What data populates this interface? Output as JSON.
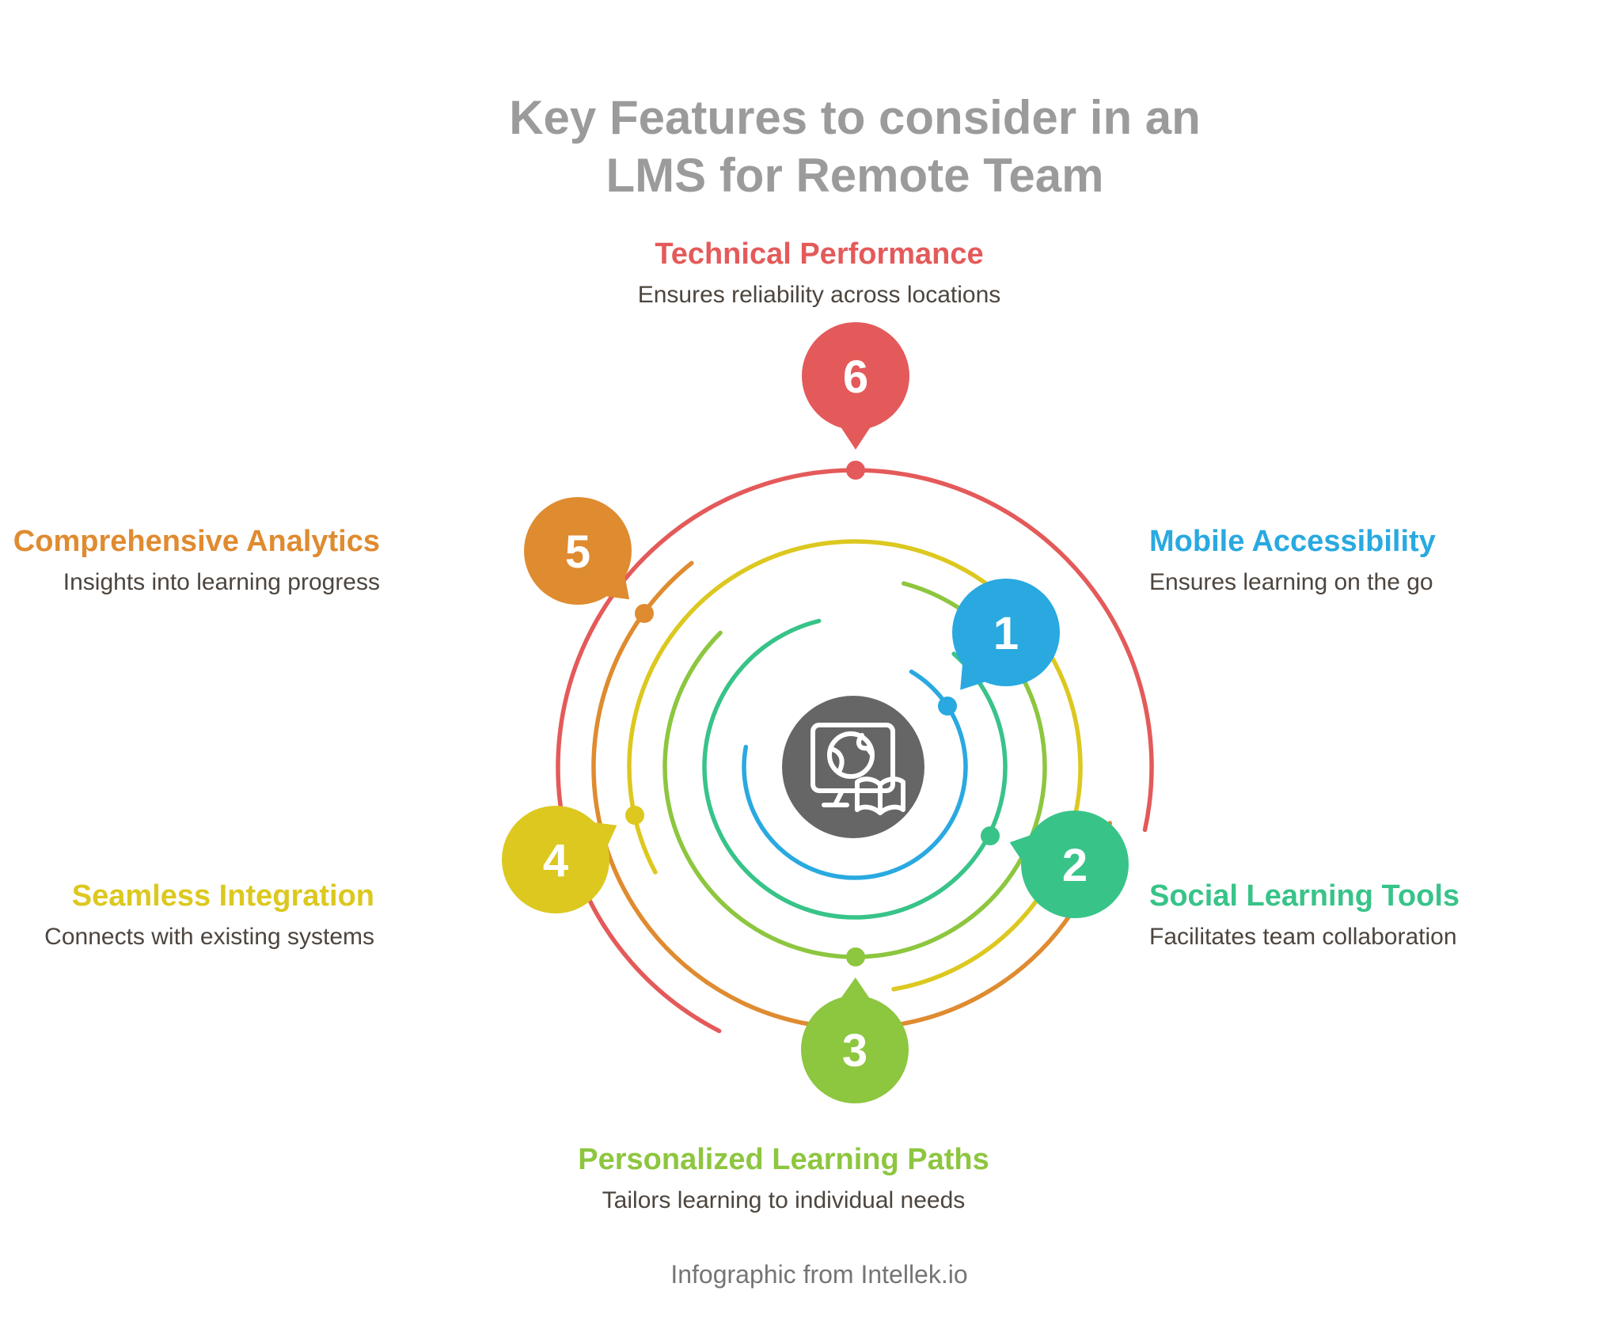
{
  "title": {
    "line1": "Key Features to consider in an",
    "line2": "LMS for Remote Team",
    "color": "#9b9b9b"
  },
  "features": [
    {
      "number": "1",
      "label": "Mobile Accessibility",
      "description": "Ensures learning on the go",
      "color": "#29a9e0"
    },
    {
      "number": "2",
      "label": "Social Learning Tools",
      "description": "Facilitates team collaboration",
      "color": "#38c389"
    },
    {
      "number": "3",
      "label": "Personalized Learning Paths",
      "description": "Tailors learning to individual needs",
      "color": "#8dc63f"
    },
    {
      "number": "4",
      "label": "Seamless Integration",
      "description": "Connects with existing systems",
      "color": "#dcc81f"
    },
    {
      "number": "5",
      "label": "Comprehensive Analytics",
      "description": "Insights into learning progress",
      "color": "#df8b30"
    },
    {
      "number": "6",
      "label": "Technical Performance",
      "description": "Ensures reliability across locations",
      "color": "#e45a5a"
    }
  ],
  "center_icon": {
    "name": "lms-monitor-globe-book-icon",
    "background": "#666666",
    "stroke": "#ffffff"
  },
  "text_color": "#4d453e",
  "footer": {
    "text": "Infographic from Intellek.io",
    "color": "#757575"
  }
}
